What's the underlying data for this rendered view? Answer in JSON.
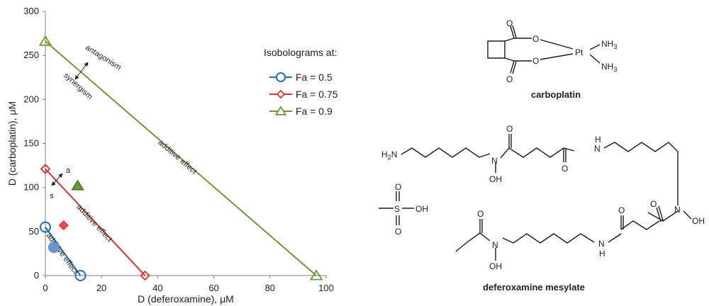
{
  "chart_data": {
    "type": "scatter",
    "xlabel": "D (deferoxamine), μM",
    "ylabel": "D (carboplatin), μM",
    "xlim": [
      0,
      100
    ],
    "ylim": [
      0,
      300
    ],
    "xticks": [
      0,
      20,
      40,
      60,
      80,
      100
    ],
    "yticks": [
      0,
      50,
      100,
      150,
      200,
      250,
      300
    ],
    "grid": false,
    "legend": {
      "title": "Isobolograms at:",
      "position": "top-right",
      "entries": [
        "Fa = 0.5",
        "Fa = 0.75",
        "Fa = 0.9"
      ]
    },
    "series": [
      {
        "name": "Fa = 0.5",
        "color": "#1f6fb8",
        "fill": "#6a93cf",
        "marker": "circle",
        "isobole": [
          [
            0,
            55
          ],
          [
            12.5,
            0
          ]
        ],
        "combination": [
          3,
          32
        ]
      },
      {
        "name": "Fa = 0.75",
        "color": "#e03030",
        "fill": "#e84545",
        "marker": "diamond",
        "isobole": [
          [
            0,
            121
          ],
          [
            35.5,
            0
          ]
        ],
        "combination": [
          6.5,
          57
        ]
      },
      {
        "name": "Fa = 0.9",
        "color": "#6a9a3a",
        "fill": "#6a9a3a",
        "marker": "triangle",
        "isobole": [
          [
            0,
            266
          ],
          [
            96.5,
            0
          ]
        ],
        "combination": [
          11.5,
          102
        ]
      }
    ],
    "annotations": {
      "additive": "additive effect",
      "antagonism": "antagonism",
      "synergism": "synergism",
      "a": "a",
      "s": "s"
    }
  },
  "structures": {
    "nh3": "NH",
    "subscript3": "3",
    "o": "O",
    "pt": "Pt",
    "carboplatin_label": "carboplatin",
    "h2n": "H",
    "subscript2": "2",
    "n": "N",
    "h": "H",
    "oh": "OH",
    "s": "S",
    "deferoxamine_label": "deferoxamine mesylate"
  }
}
